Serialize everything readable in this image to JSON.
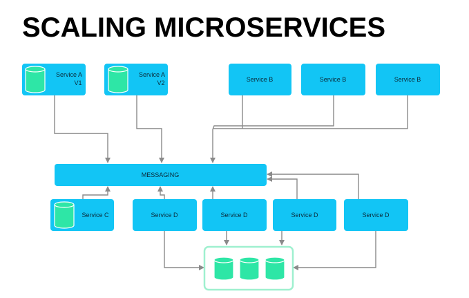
{
  "title": "SCALING MICROSERVICES",
  "colors": {
    "box": "#12c5f5",
    "db_fill": "#2ee6a6",
    "db_stroke": "#ffffff",
    "arrow": "#8a8a8a",
    "store_border": "#9ff0cf"
  },
  "nodes": {
    "service_a_v1": {
      "line1": "Service A",
      "line2": "V1"
    },
    "service_a_v2": {
      "line1": "Service A",
      "line2": "V2"
    },
    "service_b_1": "Service B",
    "service_b_2": "Service B",
    "service_b_3": "Service B",
    "messaging": "MESSAGING",
    "service_c": "Service C",
    "service_d_1": "Service D",
    "service_d_2": "Service D",
    "service_d_3": "Service D",
    "service_d_4": "Service D"
  },
  "icons": {
    "database": "database-icon",
    "arrow": "arrow-icon"
  }
}
